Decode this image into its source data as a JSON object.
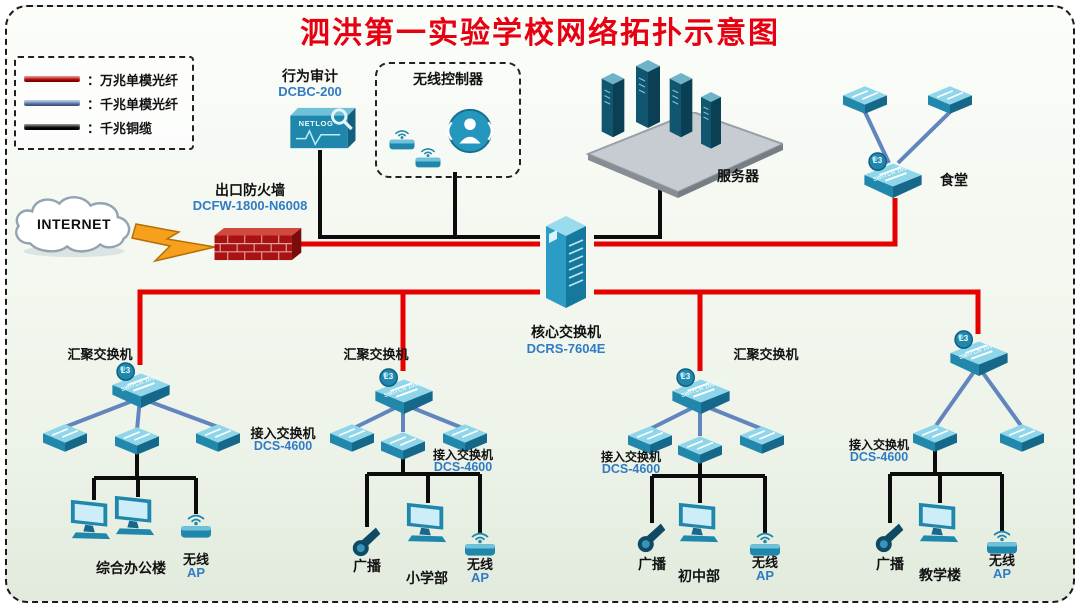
{
  "title": "泗洪第一实验学校网络拓扑示意图",
  "legend": {
    "items": [
      {
        "label": "：万兆单模光纤",
        "color": "#c00000"
      },
      {
        "label": "：千兆单模光纤",
        "color": "#6285bd"
      },
      {
        "label": "：千兆铜缆",
        "color": "#000000"
      }
    ]
  },
  "icons": {
    "l3": "L3",
    "switch_text": "SWITCH 1000M"
  },
  "nodes": {
    "internet": {
      "label": "INTERNET"
    },
    "audit": {
      "label": "行为审计",
      "model": "DCBC-200",
      "device_text": "NETLOG"
    },
    "wlc": {
      "label": "无线控制器"
    },
    "servers": {
      "label": "服务器"
    },
    "canteen": {
      "label": "食堂"
    },
    "firewall": {
      "label": "出口防火墙",
      "model": "DCFW-1800-N6008"
    },
    "core": {
      "label": "核心交换机",
      "model": "DCRS-7604E"
    }
  },
  "branches": [
    {
      "agg": "汇聚交换机",
      "access": "接入交换机",
      "model": "DCS-4600",
      "building": "综合办公楼",
      "wireless": "无线",
      "ap": "AP"
    },
    {
      "agg": "汇聚交换机",
      "access": "接入交换机",
      "model": "DCS-4600",
      "broadcast": "广播",
      "building": "小学部",
      "wireless": "无线",
      "ap": "AP"
    },
    {
      "agg": "汇聚交换机",
      "access": "接入交换机",
      "model": "DCS-4600",
      "broadcast": "广播",
      "building": "初中部",
      "wireless": "无线",
      "ap": "AP"
    },
    {
      "access": "接入交换机",
      "model": "DCS-4600",
      "broadcast": "广播",
      "building": "教学楼",
      "wireless": "无线",
      "ap": "AP"
    }
  ]
}
